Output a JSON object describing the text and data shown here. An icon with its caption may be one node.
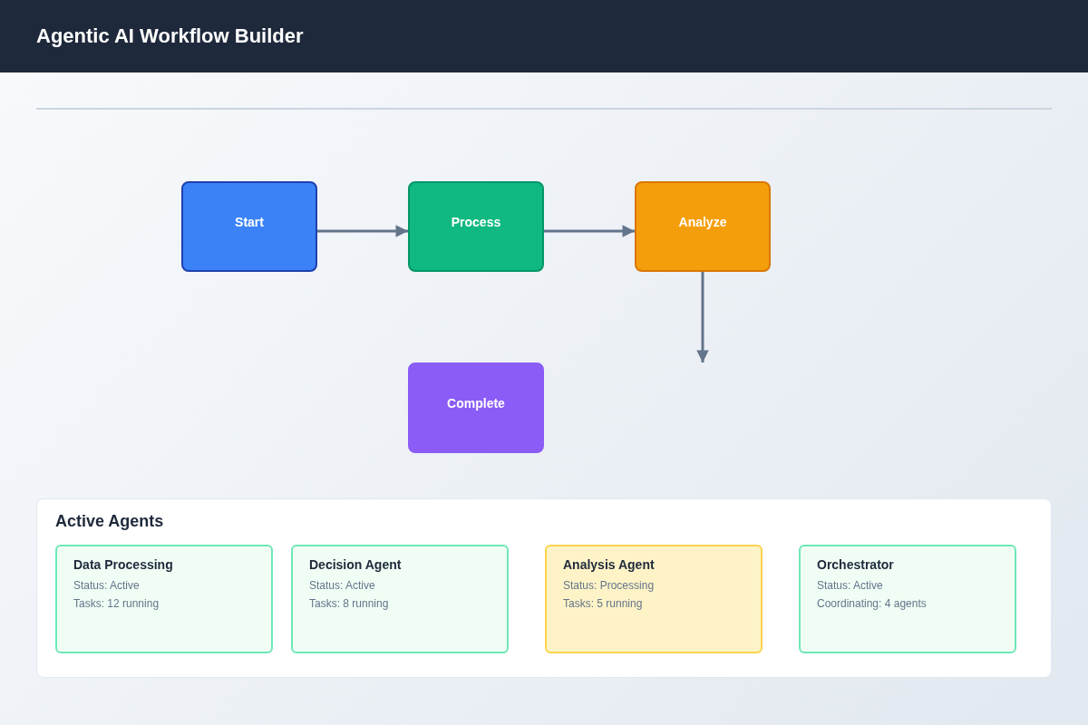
{
  "diagram": {
    "title": "Agentic AI Workflow Builder",
    "nodes": [
      {
        "text": [
          "Start"
        ]
      },
      {
        "text": [
          "Process"
        ]
      },
      {
        "text": [
          "Analyze"
        ]
      },
      {
        "text": [
          "Complete"
        ]
      },
      {
        "text": [
          "Active Agents"
        ]
      },
      {
        "text": [
          "Data Processing",
          "Status: Active",
          "Tasks: 12 running"
        ],
        "in": 4
      },
      {
        "text": [
          "Decision Agent",
          "Status: Active",
          "Tasks: 8 running"
        ],
        "in": 4
      },
      {
        "text": [
          "Analysis Agent",
          "Status: Processing",
          "Tasks: 5 running"
        ],
        "in": 4
      },
      {
        "text": [
          "Orchestrator",
          "Status: Active",
          "Coordinating: 4 agents"
        ],
        "in": 4
      }
    ],
    "edges": [
      {
        "from": 0,
        "to": 1,
        "arrow": "to"
      },
      {
        "from": 1,
        "to": 2,
        "arrow": "to"
      },
      {
        "from": 2,
        "to": null,
        "arrow": "to"
      }
    ]
  }
}
